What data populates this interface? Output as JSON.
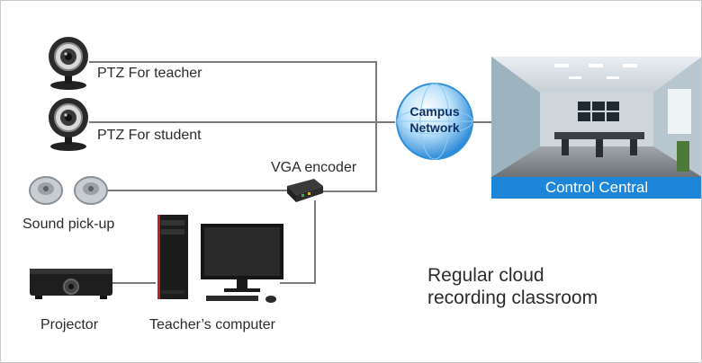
{
  "nodes": {
    "ptz_teacher": "PTZ For teacher",
    "ptz_student": "PTZ For student",
    "vga_encoder": "VGA encoder",
    "sound_pickup": "Sound pick-up",
    "projector": "Projector",
    "teacher_computer": "Teacher’s computer",
    "campus_network": [
      "Campus",
      "Network"
    ],
    "control_central": "Control Central"
  },
  "caption": [
    "Regular cloud",
    "recording classroom"
  ],
  "colors": {
    "accent": "#1e86d8",
    "line": "#7a7a7a",
    "text": "#2b2b2b"
  }
}
